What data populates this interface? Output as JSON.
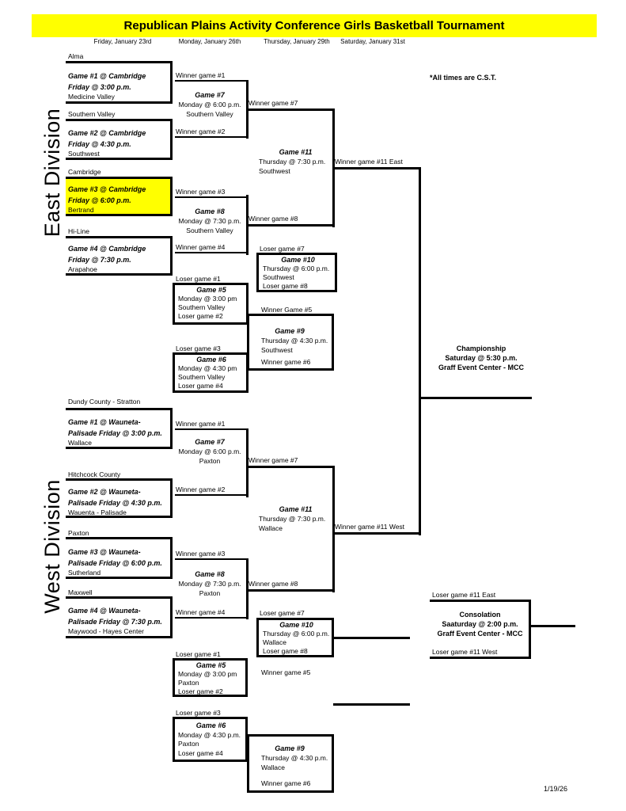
{
  "header": {
    "title": "Republican Plains Activity Conference Girls Basketball Tournament",
    "dates": [
      "Friday, January 23rd",
      "Monday, January 26th",
      "Thursday, January 29th",
      "Saturday, January 31st"
    ],
    "times_note": "*All times are C.S.T."
  },
  "footer": {
    "date": "1/19/26"
  },
  "colors": {
    "banner": "#ffff00",
    "highlight": "#ffff00",
    "line": "#000000"
  },
  "east": {
    "label": "East Division",
    "round1": [
      {
        "top_team": "Alma",
        "info1": "Game #1 @ Cambridge",
        "info2": "Friday @ 3:00 p.m.",
        "bottom_team": "Medicine Valley"
      },
      {
        "top_team": "Southern Valley",
        "info1": "Game #2 @ Cambridge",
        "info2": "Friday @ 4:30 p.m.",
        "bottom_team": "Southwest"
      },
      {
        "top_team": "Cambridge",
        "info1": "Game #3  @ Cambridge",
        "info2": "Friday @ 6:00 p.m.",
        "bottom_team": "Bertrand"
      },
      {
        "top_team": "Hi-Line",
        "info1": "Game #4 @ Cambridge",
        "info2": "Friday @ 7:30 p.m.",
        "bottom_team": "Arapahoe"
      }
    ],
    "feeds": {
      "w1": "Winner game #1",
      "w2": "Winner game #2",
      "w3": "Winner game #3",
      "w4": "Winner game #4"
    },
    "game7": {
      "name": "Game #7",
      "when": "Monday @ 6:00 p.m.",
      "where": "Southern Valley",
      "out": "Winner game #7"
    },
    "game8": {
      "name": "Game #8",
      "when": "Monday @ 7:30 p.m.",
      "where": "Southern Valley",
      "out": "Winner game #8"
    },
    "game11": {
      "name": "Game #11",
      "when": "Thursday @ 7:30 p.m.",
      "where": "Southwest",
      "out": "Winner game #11 East"
    },
    "game5": {
      "in_top": "Loser game #1",
      "name": "Game #5",
      "when": "Monday @ 3:00 pm",
      "where": "Southern Valley",
      "in_bottom": "Loser game #2"
    },
    "game6": {
      "in_top": "Loser game #3",
      "name": "Game #6",
      "when": "Monday @ 4:30 pm",
      "where": "Southern Valley",
      "in_bottom": "Loser game #4"
    },
    "game10": {
      "in_top": "Loser game #7",
      "name": "Game #10",
      "when": "Thursday @ 6:00 p.m.",
      "where": "Southwest",
      "in_bottom": "Loser game #8"
    },
    "game9": {
      "in_top": "Winner Game #5",
      "name": "Game #9",
      "when": "Thursday @ 4:30 p.m.",
      "where": "Southwest",
      "in_bottom": "Winner game #6"
    }
  },
  "west": {
    "label": "West Division",
    "round1": [
      {
        "top_team": "Dundy County - Stratton",
        "info1": "Game #1 @ Wauneta-",
        "info2": "Palisade  Friday @ 3:00 p.m.",
        "bottom_team": "Wallace"
      },
      {
        "top_team": "Hitchcock County",
        "info1": "Game #2 @ Wauneta-",
        "info2": "Palisade Friday @ 4:30 p.m.",
        "bottom_team": "Wauenta - Palisade"
      },
      {
        "top_team": "Paxton",
        "info1": "Game #3 @ Wauneta-",
        "info2": "Palisade Friday @ 6:00 p.m.",
        "bottom_team": "Sutherland"
      },
      {
        "top_team": "Maxwell",
        "info1": "Game #4 @ Wauneta-",
        "info2": "Palisade  Friday @ 7:30 p.m.",
        "bottom_team": "Maywood - Hayes Center"
      }
    ],
    "feeds": {
      "w1": "Winner game #1",
      "w2": "Winner game #2",
      "w3": "Winner game #3",
      "w4": "Winner game #4"
    },
    "game7": {
      "name": "Game #7",
      "when": "Monday @ 6:00 p.m.",
      "where": "Paxton",
      "out": "Winner game #7"
    },
    "game8": {
      "name": "Game #8",
      "when": "Monday @ 7:30 p.m.",
      "where": "Paxton",
      "out": "Winner game #8"
    },
    "game11": {
      "name": "Game #11",
      "when": "Thursday @ 7:30 p.m.",
      "where": "Wallace",
      "out": "Winner game #11 West"
    },
    "game5": {
      "in_top": "Loser game #1",
      "name": "Game #5",
      "when": "Monday @ 3:00 pm",
      "where": "Paxton",
      "in_bottom": "Loser game #2"
    },
    "game6": {
      "in_top": "Loser game #3",
      "name": "Game #6",
      "when": "Monday @ 4:30 p.m.",
      "where": "Paxton",
      "in_bottom": "Loser game #4"
    },
    "game10": {
      "in_top": "Loser game #7",
      "name": "Game #10",
      "when": "Thursday @ 6:00 p.m.",
      "where": "Wallace",
      "in_bottom": "Loser game #8"
    },
    "game9": {
      "in_top": "Winner game #5",
      "name": "Game #9",
      "when": "Thursday @ 4:30 p.m.",
      "where": "Wallace",
      "in_bottom": "Winner game #6"
    }
  },
  "championship": {
    "title": "Championship",
    "when": "Saturday @ 5:30 p.m.",
    "venue": "Graff Event Center - MCC"
  },
  "consolation": {
    "title": "Consolation",
    "when": "Saaturday @ 2:00 p.m.",
    "venue": "Graff Event Center - MCC",
    "in_top": "Loser game #11 East",
    "in_bottom": "Loser game #11 West"
  }
}
